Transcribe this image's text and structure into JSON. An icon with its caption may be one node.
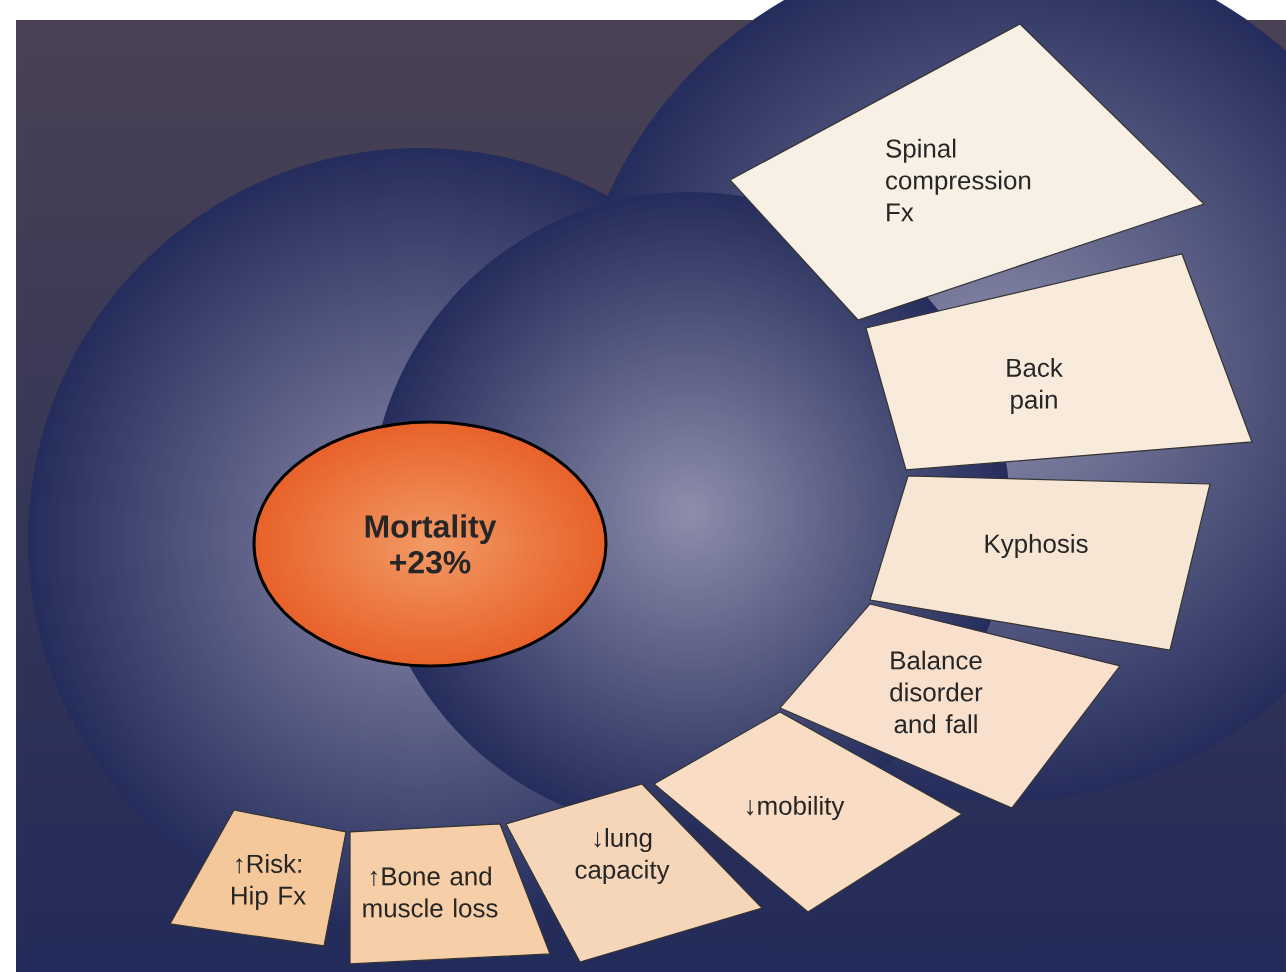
{
  "diagram": {
    "nodes": [
      {
        "text": [
          "Mortality +23%"
        ]
      },
      {
        "text": [
          "Spinal compression Fx"
        ]
      },
      {
        "text": [
          "Back pain"
        ]
      },
      {
        "text": [
          "Kyphosis"
        ]
      },
      {
        "text": [
          "Balance disorder and fall"
        ]
      },
      {
        "text": [
          "↓mobility"
        ]
      },
      {
        "text": [
          "↓lung capacity"
        ]
      },
      {
        "text": [
          "↑Bone and muscle loss"
        ]
      },
      {
        "text": [
          "↑Risk: Hip Fx"
        ]
      }
    ]
  }
}
